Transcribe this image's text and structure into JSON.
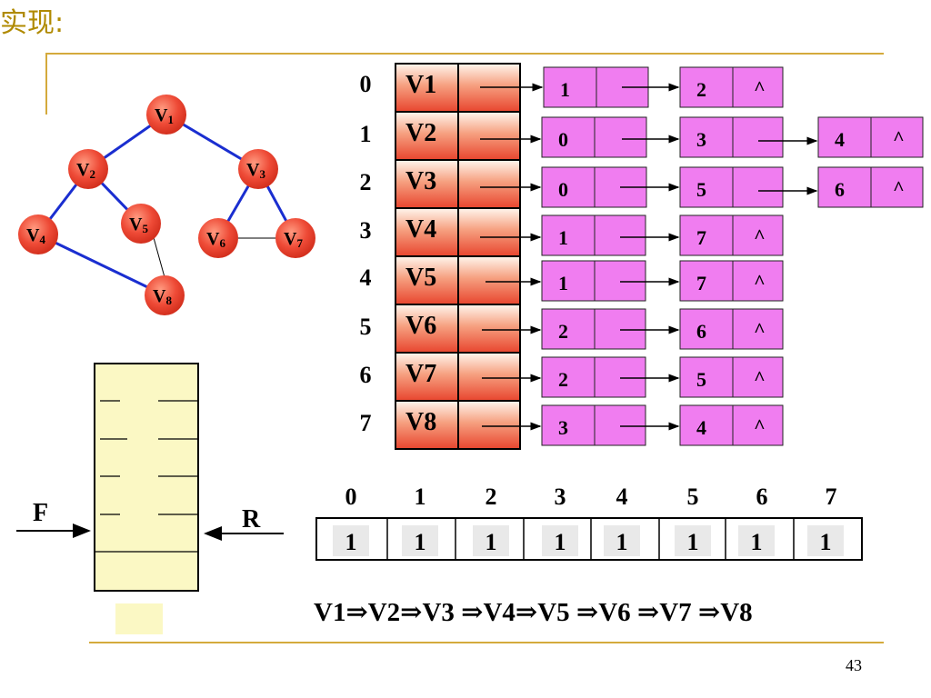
{
  "heading": "实现:",
  "graph": {
    "nodes": [
      {
        "id": "v1",
        "label": "V",
        "sub": "1"
      },
      {
        "id": "v2",
        "label": "V",
        "sub": "2"
      },
      {
        "id": "v3",
        "label": "V",
        "sub": "3"
      },
      {
        "id": "v4",
        "label": "V",
        "sub": "4"
      },
      {
        "id": "v5",
        "label": "V",
        "sub": "5"
      },
      {
        "id": "v6",
        "label": "V",
        "sub": "6"
      },
      {
        "id": "v7",
        "label": "V",
        "sub": "7"
      },
      {
        "id": "v8",
        "label": "V",
        "sub": "8"
      }
    ]
  },
  "adjacency": {
    "indices": [
      "0",
      "1",
      "2",
      "3",
      "4",
      "5",
      "6",
      "7"
    ],
    "vertices": [
      "V1",
      "V2",
      "V3",
      "V4",
      "V5",
      "V6",
      "V7",
      "V8"
    ],
    "lists": [
      [
        "1",
        "2"
      ],
      [
        "0",
        "3",
        "4"
      ],
      [
        "0",
        "5",
        "6"
      ],
      [
        "1",
        "7"
      ],
      [
        "1",
        "7"
      ],
      [
        "2",
        "6"
      ],
      [
        "2",
        "5"
      ],
      [
        "3",
        "4"
      ]
    ],
    "null_symbol": "^"
  },
  "queue": {
    "front_label": "F",
    "rear_label": "R"
  },
  "visited": {
    "indices": [
      "0",
      "1",
      "2",
      "3",
      "4",
      "5",
      "6",
      "7"
    ],
    "values": [
      "1",
      "1",
      "1",
      "1",
      "1",
      "1",
      "1",
      "1"
    ]
  },
  "traversal_order": "V1⇒V2⇒V3 ⇒V4⇒V5 ⇒V6 ⇒V7 ⇒V8",
  "page_number": "43",
  "colors": {
    "accent_line": "#d4aa3c",
    "node_fill": "#ee4a36",
    "edge": "#1a2ed0",
    "list_node": "#f07df0",
    "queue_fill": "#fbf8c4"
  }
}
